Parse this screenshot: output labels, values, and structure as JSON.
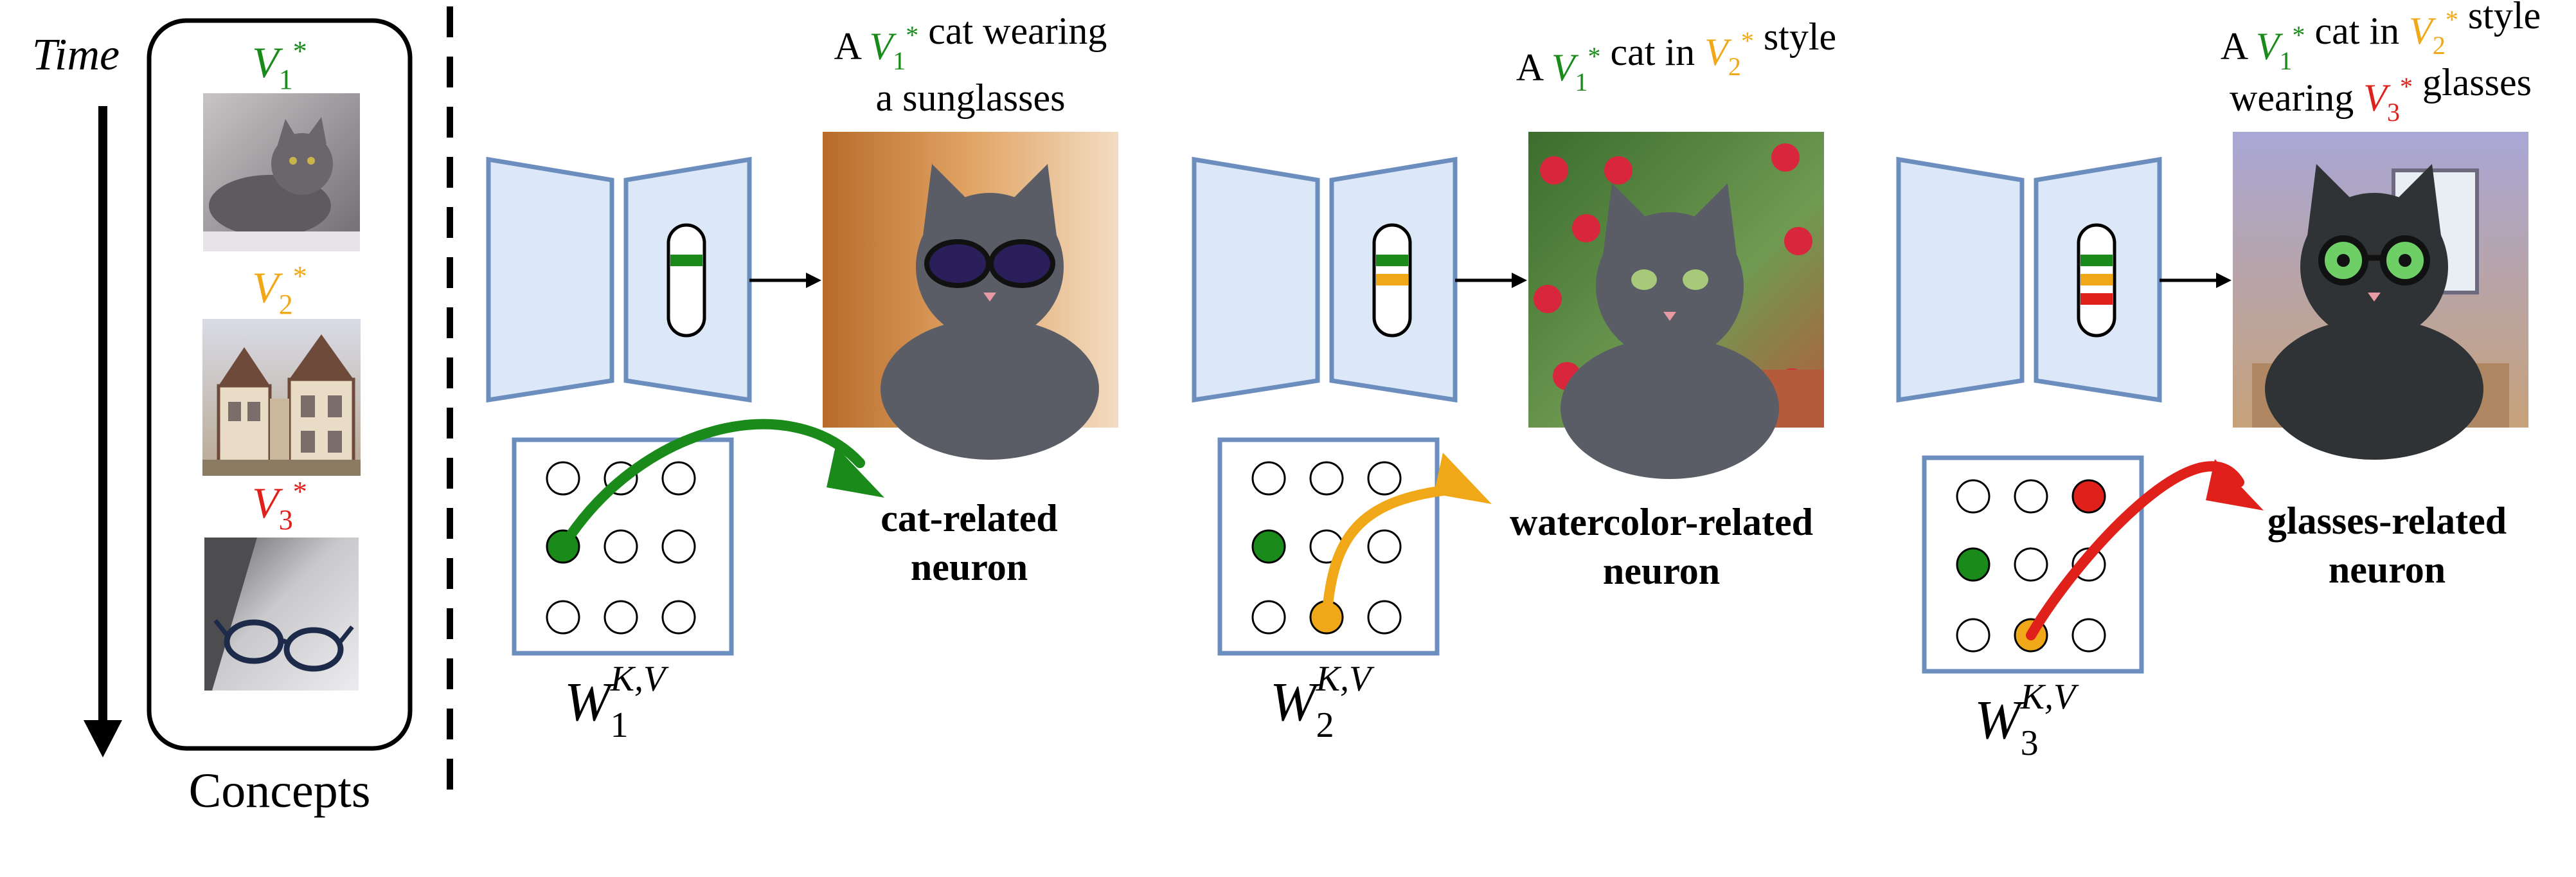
{
  "timeline": {
    "label": "Time"
  },
  "concepts": {
    "label": "Concepts",
    "items": [
      {
        "token": "V",
        "subscript": "1",
        "superscript": "*",
        "color": "#1a8a1a",
        "photo": "gray cat on a bed"
      },
      {
        "token": "V",
        "subscript": "2",
        "superscript": "*",
        "color": "#f0a818",
        "photo": "watercolor painting of a tudor house"
      },
      {
        "token": "V",
        "subscript": "3",
        "superscript": "*",
        "color": "#e0201a",
        "photo": "eyeglasses on a window sill"
      }
    ]
  },
  "colors": {
    "green": "#1a8a1a",
    "orange": "#f0a818",
    "red": "#e0201a",
    "network_fill": "#dce8f8",
    "network_stroke": "#6c8ebf"
  },
  "steps": [
    {
      "caption_line1": {
        "pre": "A ",
        "token": "V",
        "sub": "1",
        "sup": "*",
        "post": " cat wearing"
      },
      "caption_line2": "a sunglasses",
      "weight": {
        "base": "W",
        "sub": "1",
        "sup": "K,V"
      },
      "neuron_label": [
        "cat-related",
        "neuron"
      ],
      "bar_stripes": [
        "green"
      ],
      "neurons_on": [
        {
          "row": 1,
          "col": 0,
          "color": "green"
        }
      ],
      "arrow_color": "green",
      "output_image": "gray cat wearing purple sunglasses"
    },
    {
      "caption_line1": {
        "pre": "A ",
        "token": "V",
        "sub": "1",
        "sup": "*",
        "mid": " cat in ",
        "token2": "V",
        "sub2": "2",
        "sup2": "*",
        "post": " style"
      },
      "caption_line2": "",
      "weight": {
        "base": "W",
        "sub": "2",
        "sup": "K,V"
      },
      "neuron_label": [
        "watercolor-related",
        "neuron"
      ],
      "bar_stripes": [
        "green",
        "orange"
      ],
      "neurons_on": [
        {
          "row": 1,
          "col": 0,
          "color": "green"
        },
        {
          "row": 2,
          "col": 1,
          "color": "orange"
        }
      ],
      "arrow_color": "orange",
      "output_image": "watercolor gray cat among flowers"
    },
    {
      "caption_line1": {
        "pre": "A ",
        "token": "V",
        "sub": "1",
        "sup": "*",
        "mid": " cat in ",
        "token2": "V",
        "sub2": "2",
        "sup2": "*",
        "post": " style"
      },
      "caption_line2": {
        "pre": "wearing ",
        "token": "V",
        "sub": "3",
        "sup": "*",
        "post": " glasses"
      },
      "weight": {
        "base": "W",
        "sub": "3",
        "sup": "K,V"
      },
      "neuron_label": [
        "glasses-related",
        "neuron"
      ],
      "bar_stripes": [
        "green",
        "orange",
        "red"
      ],
      "neurons_on": [
        {
          "row": 0,
          "col": 2,
          "color": "red"
        },
        {
          "row": 1,
          "col": 0,
          "color": "green"
        },
        {
          "row": 2,
          "col": 1,
          "color": "orange"
        }
      ],
      "arrow_color": "red",
      "output_image": "painted black cat wearing glasses"
    }
  ]
}
